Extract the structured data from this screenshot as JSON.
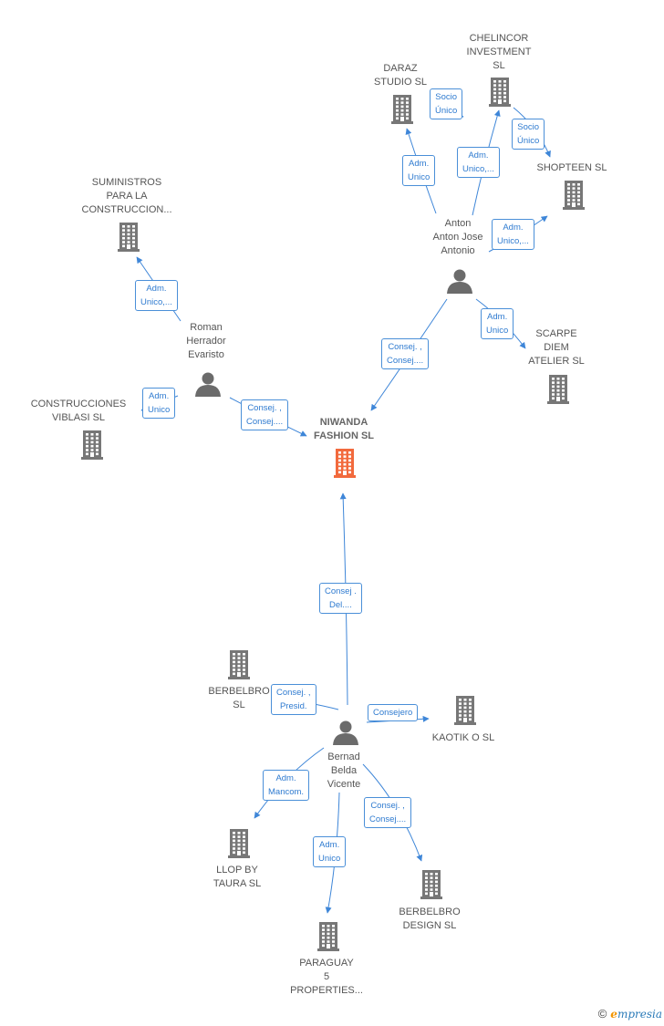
{
  "colors": {
    "edge": "#3e86d8",
    "person": "#6b6b6b",
    "company": "#777777",
    "center": "#f26a3d",
    "label_border": "#4a8fd8"
  },
  "nodes": [
    {
      "id": "niwanda",
      "kind": "company",
      "center": true,
      "lines": [
        "NIWANDA",
        "FASHION  SL"
      ]
    },
    {
      "id": "suministros",
      "kind": "company",
      "lines": [
        "SUMINISTROS",
        "PARA LA",
        "CONSTRUCCION..."
      ]
    },
    {
      "id": "roman",
      "kind": "person",
      "lines": [
        "Roman",
        "Herrador",
        "Evaristo"
      ]
    },
    {
      "id": "construcciones",
      "kind": "company",
      "lines": [
        "CONSTRUCCIONES",
        "VIBLASI SL"
      ]
    },
    {
      "id": "daraz",
      "kind": "company",
      "lines": [
        "DARAZ",
        "STUDIO  SL"
      ]
    },
    {
      "id": "chelincor",
      "kind": "company",
      "lines": [
        "CHELINCOR",
        "INVESTMENT",
        "SL"
      ]
    },
    {
      "id": "shopteen",
      "kind": "company",
      "lines": [
        "SHOPTEEN  SL"
      ]
    },
    {
      "id": "anton",
      "kind": "person",
      "lines": [
        "Anton",
        "Anton Jose",
        "Antonio"
      ]
    },
    {
      "id": "scarpe",
      "kind": "company",
      "lines": [
        "SCARPE",
        "DIEM",
        "ATELIER  SL"
      ]
    },
    {
      "id": "berbelbro",
      "kind": "company",
      "lines": [
        "BERBELBRO",
        "SL"
      ]
    },
    {
      "id": "kaotik",
      "kind": "company",
      "lines": [
        "KAOTIK O  SL"
      ]
    },
    {
      "id": "bernad",
      "kind": "person",
      "lines": [
        "Bernad",
        "Belda",
        "Vicente"
      ]
    },
    {
      "id": "llop",
      "kind": "company",
      "lines": [
        "LLOP BY",
        "TAURA SL"
      ]
    },
    {
      "id": "paraguay",
      "kind": "company",
      "lines": [
        "PARAGUAY",
        "5",
        "PROPERTIES..."
      ]
    },
    {
      "id": "berbelbro_design",
      "kind": "company",
      "lines": [
        "BERBELBRO",
        "DESIGN  SL"
      ]
    }
  ],
  "edges": [
    {
      "from": "roman",
      "to": "suministros",
      "lines": [
        "Adm.",
        "Unico,..."
      ]
    },
    {
      "from": "roman",
      "to": "construcciones",
      "lines": [
        "Adm.",
        "Unico"
      ]
    },
    {
      "from": "roman",
      "to": "niwanda",
      "lines": [
        "Consej. ,",
        "Consej...."
      ]
    },
    {
      "from": "anton",
      "to": "daraz",
      "lines": [
        "Adm.",
        "Unico"
      ]
    },
    {
      "from": "anton",
      "to": "chelincor",
      "lines": [
        "Adm.",
        "Unico,..."
      ]
    },
    {
      "from": "anton",
      "to": "shopteen",
      "lines": [
        "Adm.",
        "Unico,..."
      ]
    },
    {
      "from": "anton",
      "to": "scarpe",
      "lines": [
        "Adm.",
        "Unico"
      ]
    },
    {
      "from": "anton",
      "to": "niwanda",
      "lines": [
        "Consej. ,",
        "Consej...."
      ]
    },
    {
      "from": "daraz",
      "to": "chelincor",
      "lines": [
        "Socio",
        "Único"
      ]
    },
    {
      "from": "chelincor",
      "to": "shopteen",
      "lines": [
        "Socio",
        "Único"
      ]
    },
    {
      "from": "bernad",
      "to": "niwanda",
      "lines": [
        "Consej .",
        "Del...."
      ]
    },
    {
      "from": "bernad",
      "to": "berbelbro",
      "lines": [
        "Consej. ,",
        "Presid."
      ]
    },
    {
      "from": "bernad",
      "to": "kaotik",
      "lines": [
        "Consejero"
      ]
    },
    {
      "from": "bernad",
      "to": "llop",
      "lines": [
        "Adm.",
        "Mancom."
      ]
    },
    {
      "from": "bernad",
      "to": "paraguay",
      "lines": [
        "Adm.",
        "Unico"
      ]
    },
    {
      "from": "bernad",
      "to": "berbelbro_design",
      "lines": [
        "Consej. ,",
        "Consej...."
      ]
    }
  ],
  "footer": {
    "copyright": "©",
    "brand_initial": "e",
    "brand_rest": "mpresia"
  }
}
